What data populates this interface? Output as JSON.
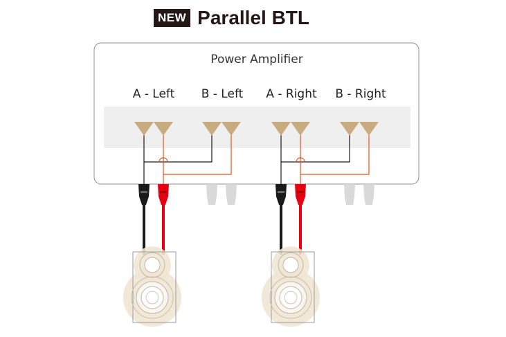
{
  "header": {
    "badge": "NEW",
    "title": "Parallel BTL"
  },
  "amplifier": {
    "label": "Power Amplifier",
    "channels": [
      "A - Left",
      "B - Left",
      "A - Right",
      "B - Right"
    ]
  },
  "colors": {
    "terminal": "#c8ab7e",
    "positive_wire": "#e8501e",
    "negative_wire": "#1a1a1a",
    "positive_plug": "#e60012",
    "unused_terminal": "#d9d9d9",
    "speaker": "#f1e6d4"
  },
  "speakers": [
    "left-speaker",
    "right-speaker"
  ]
}
